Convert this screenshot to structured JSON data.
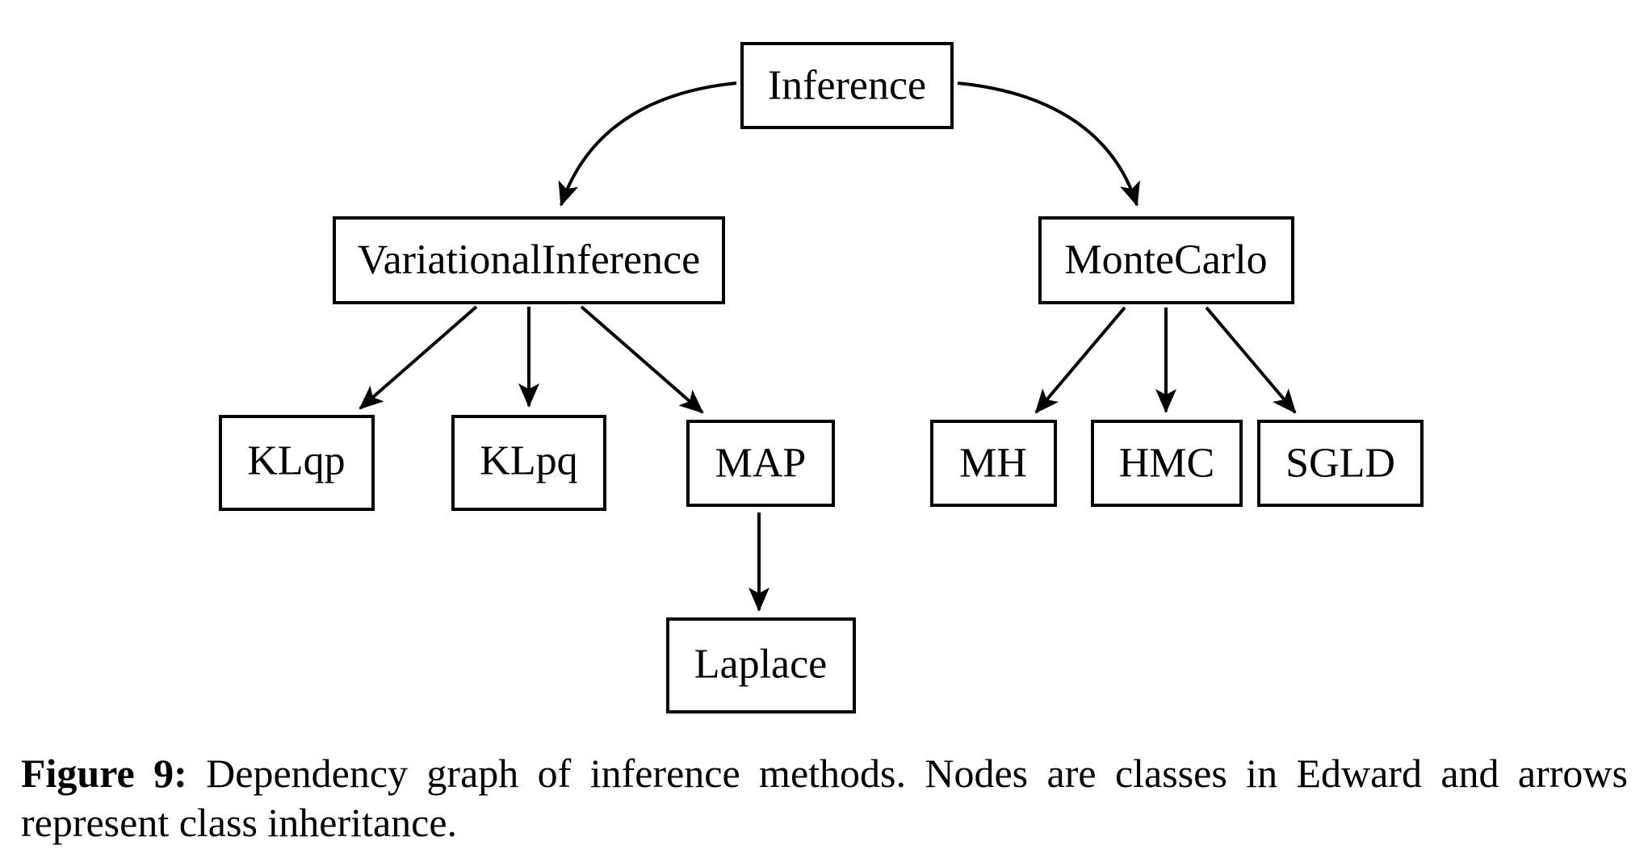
{
  "diagram": {
    "nodes": {
      "inference": "Inference",
      "variational_inference": "VariationalInference",
      "monte_carlo": "MonteCarlo",
      "klqp": "KLqp",
      "klpq": "KLpq",
      "map": "MAP",
      "laplace": "Laplace",
      "mh": "MH",
      "hmc": "HMC",
      "sgld": "SGLD"
    }
  },
  "caption": {
    "label": "Figure 9:",
    "text": "Dependency graph of inference methods. Nodes are classes in Edward and arrows represent class inheritance."
  }
}
